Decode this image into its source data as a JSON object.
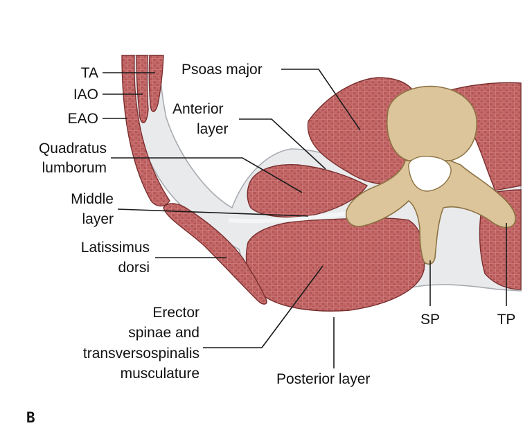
{
  "panel_letter": "B",
  "colors": {
    "muscle": "#c06565",
    "muscle_dark": "#8e3a3a",
    "fascia": "#e9eaec",
    "bone": "#dcc59a",
    "bone_dark": "#a88b57",
    "leader": "#1a1a1a"
  },
  "labels": {
    "ta": "TA",
    "iao": "IAO",
    "eao": "EAO",
    "quadratus_1": "Quadratus",
    "quadratus_2": "lumborum",
    "middle_1": "Middle",
    "middle_2": "layer",
    "latissimus_1": "Latissimus",
    "latissimus_2": "dorsi",
    "erector_1": "Erector",
    "erector_2": "spinae and",
    "erector_3": "transversospinalis",
    "erector_4": "musculature",
    "psoas": "Psoas major",
    "anterior_1": "Anterior",
    "anterior_2": "layer",
    "posterior": "Posterior layer",
    "sp": "SP",
    "tp": "TP"
  }
}
